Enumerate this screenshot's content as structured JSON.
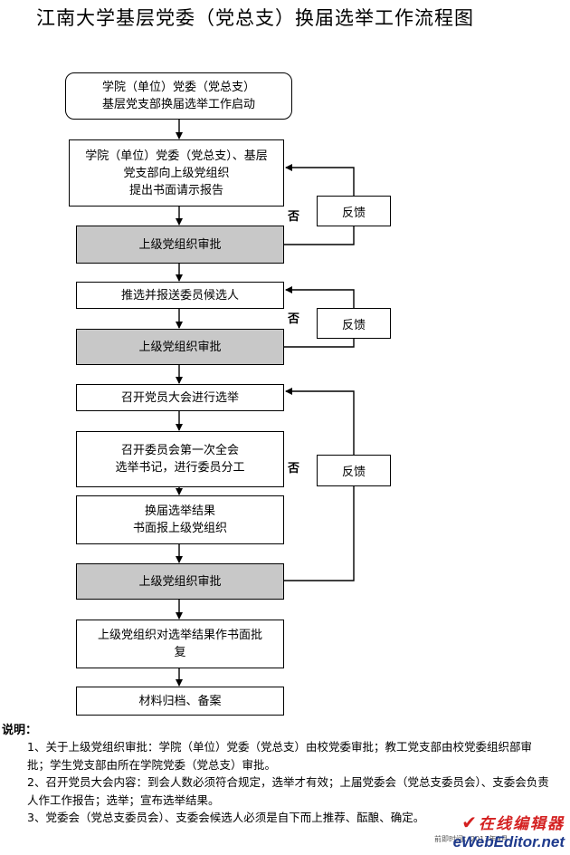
{
  "title": "江南大学基层党委（党总支）换届选举工作流程图",
  "steps": {
    "s1": [
      "学院（单位）党委（党总支）",
      "基层党支部换届选举工作启动"
    ],
    "s2": [
      "学院（单位）党委（党总支）、基层",
      "党支部向上级党组织",
      "提出书面请示报告"
    ],
    "s3": [
      "上级党组织审批"
    ],
    "s4": [
      "推选并报送委员候选人"
    ],
    "s5": [
      "上级党组织审批"
    ],
    "s6": [
      "召开党员大会进行选举"
    ],
    "s7": [
      "召开委员会第一次全会",
      "选举书记，进行委员分工"
    ],
    "s8": [
      "换届选举结果",
      "书面报上级党组织"
    ],
    "s9": [
      "上级党组织审批"
    ],
    "s10": [
      "上级党组织对选举结果作书面批",
      "复"
    ],
    "s11": [
      "材料归档、备案"
    ]
  },
  "feedback": {
    "label": "反馈",
    "no_label": "否"
  },
  "notes": {
    "heading": "说明：",
    "items": [
      "1、关于上级党组织审批：学院（单位）党委（党总支）由校党委审批；教工党支部由校党委组织部审批；学生党支部由所在学院党委（党总支）审批。",
      "2、召开党员大会内容：到会人数必须符合规定，选举才有效；上届党委会（党总支委员会）、支委会负责人作工作报告；选举；宣布选举结果。",
      "3、党委会（党总支委员会）、支委会候选人必须是自下而上推荐、酝酿、确定。"
    ]
  },
  "watermark": {
    "small": "前即时间：2013年9月",
    "line1": "在线编辑器",
    "line2": "eWebEditor.net"
  }
}
